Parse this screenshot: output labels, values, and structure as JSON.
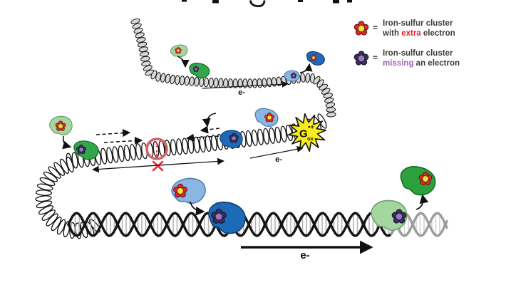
{
  "legend": {
    "rows": [
      {
        "eq": "=",
        "line1": "Iron-sulfur cluster",
        "line2_pre": "with ",
        "line2_hl": "extra",
        "line2_post": " electron"
      },
      {
        "eq": "=",
        "line1": "Iron-sulfur cluster",
        "line2_pre": "",
        "line2_hl": "missing",
        "line2_post": " an electron"
      }
    ]
  },
  "diagram": {
    "electron_label_top": "e-",
    "electron_label_middle": "e-",
    "electron_label_bottom": "e-",
    "guanine": {
      "base": "G",
      "sub": "ox",
      "sup": "•+"
    }
  },
  "colors": {
    "extra_highlight": "#ed1c24",
    "missing_highlight": "#a465bd",
    "protein_light_green": "#a5d6a0",
    "protein_green": "#33a64c",
    "protein_dark_green": "#2ca03c",
    "protein_light_blue": "#8ab6e2",
    "protein_dark_blue": "#1d6ab8",
    "cluster_red": "#e02428",
    "cluster_yellow": "#f5e52a",
    "cluster_dark_purple": "#3a2f55",
    "cluster_light_purple": "#9c76c4",
    "lesion_circle_red": "#d4606a",
    "lesion_x_red": "#e8323c",
    "star_yellow": "#f9ec1c",
    "dna_bead_gray": "#d9d9d9"
  }
}
